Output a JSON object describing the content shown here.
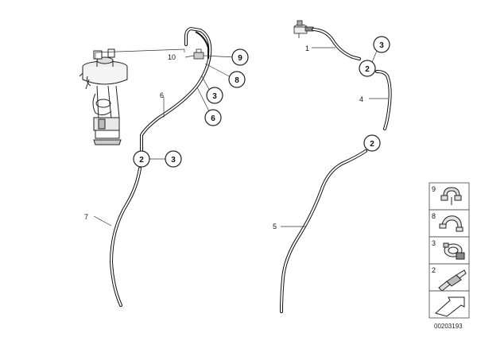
{
  "callouts": {
    "c10": "10",
    "c9a": "9",
    "c8a": "8",
    "c3a": "3",
    "c6a": "6",
    "c6b": "6",
    "c2a": "2",
    "c3b": "3",
    "c7": "7",
    "c1": "1",
    "c3c": "3",
    "c2b": "2",
    "c4": "4",
    "c2c": "2",
    "c5": "5"
  },
  "legend": {
    "items": [
      {
        "num": "9",
        "icon": "clamp-icon"
      },
      {
        "num": "8",
        "icon": "hose-clip-icon"
      },
      {
        "num": "3",
        "icon": "spring-clamp-icon"
      },
      {
        "num": "2",
        "icon": "connector-icon"
      }
    ],
    "arrow_icon": "arrow-icon"
  },
  "diagram_code": "00203193"
}
